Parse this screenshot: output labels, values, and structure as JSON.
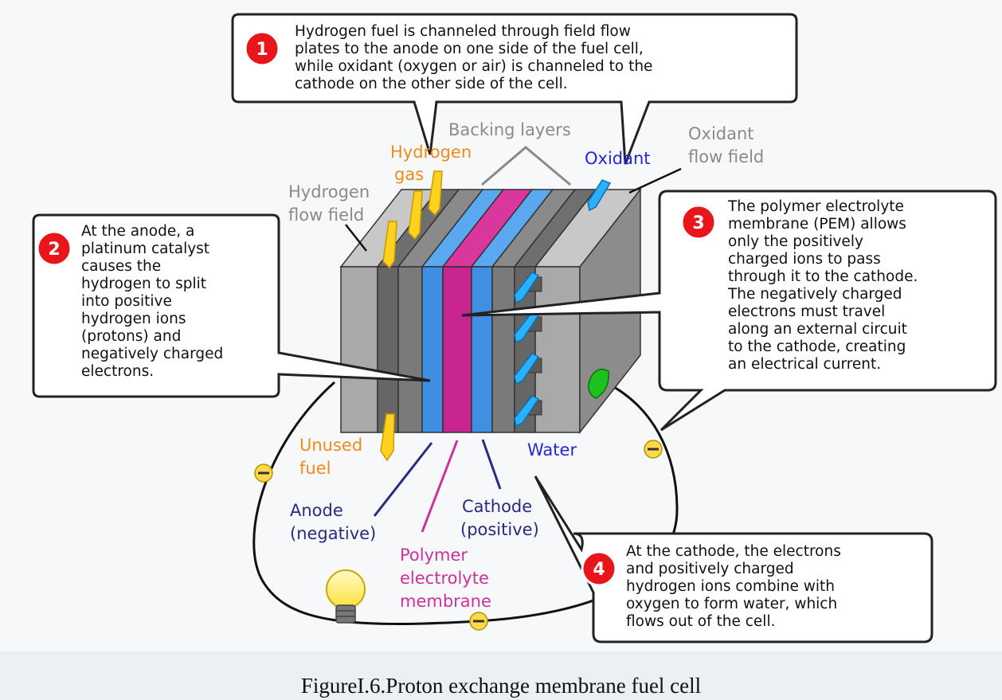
{
  "callouts": [
    {
      "number": "1",
      "text": "Hydrogen fuel is channeled through field flow\nplates to the anode on one side of the fuel cell,\nwhile oxidant (oxygen or air) is channeled to the\ncathode on the other side of the cell."
    },
    {
      "number": "2",
      "text": "At the anode, a\nplatinum catalyst\ncauses the\nhydrogen to split\ninto positive\nhydrogen ions\n(protons) and\nnegatively charged\nelectrons."
    },
    {
      "number": "3",
      "text": "The polymer electrolyte\nmembrane (PEM) allows\nonly the positively\ncharged ions to pass\nthrough it to the cathode.\nThe negatively charged\nelectrons must travel\nalong an external circuit\nto the cathode, creating\nan electrical current."
    },
    {
      "number": "4",
      "text": "At the cathode, the electrons\nand positively charged\nhydrogen ions combine with\noxygen to form water, which\nflows out of the cell."
    }
  ],
  "labels": {
    "backing_layers": "Backing layers",
    "hydrogen_gas_line1": "Hydrogen",
    "hydrogen_gas_line2": "gas",
    "oxidant": "Oxidant",
    "oxidant_flow_line1": "Oxidant",
    "oxidant_flow_line2": "flow field",
    "hydrogen_flow_line1": "Hydrogen",
    "hydrogen_flow_line2": "flow field",
    "unused_line1": "Unused",
    "unused_line2": "fuel",
    "water": "Water",
    "anode_line1": "Anode",
    "anode_line2": "(negative)",
    "cathode_line1": "Cathode",
    "cathode_line2": "(positive)",
    "pem_line1": "Polymer",
    "pem_line2": "electrolyte",
    "pem_line3": "membrane"
  },
  "caption": "FigureI.6.Proton exchange membrane fuel cell",
  "colors": {
    "orange_text": "#f08a1c",
    "gray_text": "#8a8a8a",
    "blue_text": "#2626d9",
    "navy_text": "#2a2a80",
    "magenta_text": "#cc3399",
    "badge_red": "#e8151b",
    "arrow_yellow": "#ffd21f",
    "arrow_blue": "#2bb0ff",
    "membrane": "#c8258f",
    "electrode_blue": "#3f8fe3",
    "cathode_sign": "#1ec21e"
  }
}
